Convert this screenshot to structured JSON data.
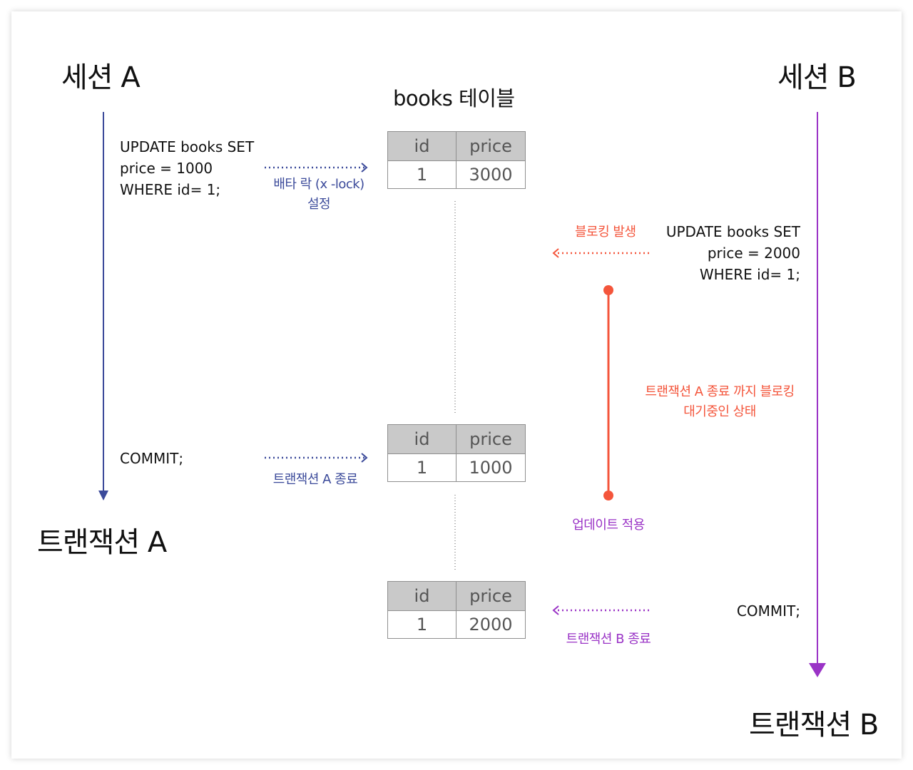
{
  "colors": {
    "session_a": "#3b4a9a",
    "session_b": "#9a33c6",
    "blocking": "#f4553b",
    "table_header_bg": "#c9c9c9",
    "dotted_divider": "#555555"
  },
  "session_a": {
    "title": "세션 A",
    "end_label": "트랜잭션 A",
    "update_sql": [
      "UPDATE books SET",
      "price = 1000",
      "WHERE  id= 1;"
    ],
    "commit_sql": "COMMIT;",
    "lock_note": [
      "배타 락 (x -lock)",
      "설정"
    ],
    "end_note": "트랜잭션 A 종료"
  },
  "session_b": {
    "title": "세션 B",
    "end_label": "트랜잭션 B",
    "update_sql": [
      "UPDATE books SET",
      "price = 2000",
      "WHERE  id= 1;"
    ],
    "commit_sql": "COMMIT;",
    "blocking_note": "블로킹 발생",
    "waiting_note": [
      "트랜잭션 A 종료 까지 블로킹",
      "대기중인 상태"
    ],
    "applied_note": "업데이트 적용",
    "end_note": "트랜잭션 B 종료"
  },
  "table": {
    "title": "books 테이블",
    "columns": [
      "id",
      "price"
    ],
    "snapshots": [
      {
        "id": "1",
        "price": "3000"
      },
      {
        "id": "1",
        "price": "1000"
      },
      {
        "id": "1",
        "price": "2000"
      }
    ]
  }
}
